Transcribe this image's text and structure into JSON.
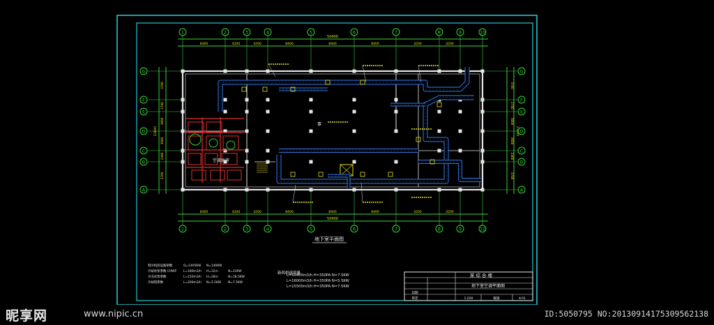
{
  "colors": {
    "frame": "#26c7d6",
    "dim": "#3ad63a",
    "wall": "#e6e6e6",
    "duct": "#2f6fd8",
    "equip": "#e03030",
    "text_yellow": "#e8e020"
  },
  "grid_top": [
    "1",
    "2",
    "3",
    "4",
    "5",
    "6",
    "7",
    "8",
    "9"
  ],
  "grid_top_extra": "10",
  "grid_right_end": "12",
  "grid_left": [
    "G",
    "F",
    "E",
    "D",
    "C",
    "B",
    "A"
  ],
  "dim_top_bays": [
    "8400",
    "4200",
    "4200",
    "8400",
    "8400",
    "8400",
    "4200",
    "4200"
  ],
  "dim_total": "50400",
  "dim_left": [
    "3700",
    "2700",
    "3600",
    "3600",
    "2400",
    "3700"
  ],
  "dim_left_total": "21600",
  "drawing_title": "地下室平面图",
  "labels": {
    "east_room": "事",
    "fan_room": "空调机房"
  },
  "fan_table": {
    "title": "新风机组风量",
    "rows": [
      "L=16400m3/h   H=350PA   N=7.5KW",
      "L=16000m3/h   H=350PA   N=5.5KW",
      "L=15500m3/h   H=350PA   N=7.5KW"
    ]
  },
  "left_table": {
    "rows": [
      [
        "制冷机房设备参数",
        "Q=1465KW",
        "N=146KW"
      ],
      [
        "冷却水泵参数 CHWP",
        "L=180m3/h",
        "H=32m",
        "N=22KW"
      ],
      [
        "冷冻水泵参数",
        "L=150m3/h",
        "H=28m",
        "N=18.5KW"
      ],
      [
        "冷却塔参数",
        "L=200m3/h",
        "N=5.5KW",
        "N=7.5KW"
      ]
    ]
  },
  "title_block": {
    "project": "某 综 合 楼",
    "sheet": "地下室空调平面图",
    "scale": "1:200",
    "drawing_no": "暖施",
    "page": "K-01",
    "row_labels": [
      "审定",
      "日期"
    ]
  },
  "watermark": {
    "logo": "昵享网",
    "url": "www.nipic.cn",
    "id": "ID:5050795 NO:20130914175309562138"
  }
}
